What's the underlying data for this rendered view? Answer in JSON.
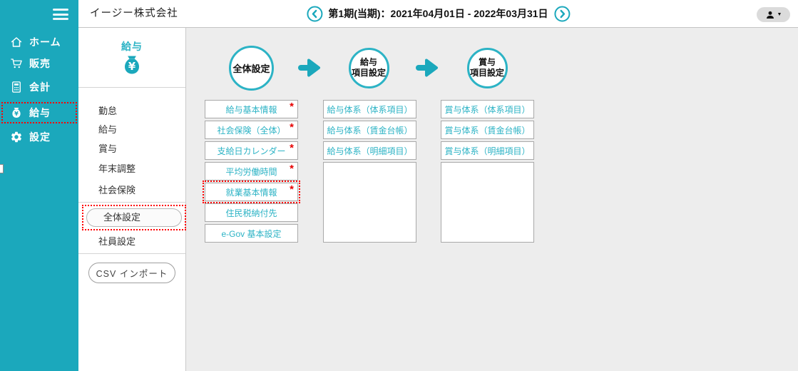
{
  "colors": {
    "accent": "#1ba8bc",
    "accent_light": "#2cb3c5",
    "required_red": "#e60000",
    "highlight_red": "#ff0000"
  },
  "topbar": {
    "company_name": "イージー株式会社",
    "period_label": "第1期(当期)：2021年04月01日 - 2022年03月31日",
    "prev_icon": "chevron-left-icon",
    "next_icon": "chevron-right-icon",
    "user_icon": "person-icon",
    "user_caret": "▼"
  },
  "sidebar": {
    "menu_icon": "hamburger-icon",
    "items": [
      {
        "id": "home",
        "label": "ホーム",
        "icon": "home-icon",
        "highlighted": false
      },
      {
        "id": "sales",
        "label": "販売",
        "icon": "cart-icon",
        "highlighted": false
      },
      {
        "id": "accounting",
        "label": "会計",
        "icon": "calculator-icon",
        "highlighted": false
      },
      {
        "id": "payroll",
        "label": "給与",
        "icon": "money-bag-icon",
        "highlighted": true
      },
      {
        "id": "settings",
        "label": "設定",
        "icon": "gear-icon",
        "highlighted": false
      }
    ]
  },
  "subsidebar": {
    "title": "給与",
    "title_icon": "money-bag-icon",
    "menu_items": [
      {
        "id": "attendance",
        "label": "勤怠"
      },
      {
        "id": "salary",
        "label": "給与"
      },
      {
        "id": "bonus",
        "label": "賞与"
      },
      {
        "id": "year-end-adjustment",
        "label": "年末調整"
      },
      {
        "id": "social-insurance",
        "label": "社会保険"
      }
    ],
    "settings_items": [
      {
        "id": "overall-settings",
        "label": "全体設定",
        "selected": true,
        "highlighted": true
      },
      {
        "id": "employee-settings",
        "label": "社員設定",
        "selected": false,
        "highlighted": false
      }
    ],
    "csv_import_label": "CSV インポート"
  },
  "main": {
    "required_marker": "*",
    "step_arrow_icon": "arrow-right-icon",
    "steps": [
      {
        "id": "overall-settings",
        "lines": [
          "全体設定"
        ]
      },
      {
        "id": "salary-item-settings",
        "lines": [
          "給与",
          "項目設定"
        ]
      },
      {
        "id": "bonus-item-settings",
        "lines": [
          "賞与",
          "項目設定"
        ]
      }
    ],
    "columns": [
      {
        "id": "overall",
        "empty_box": false,
        "buttons": [
          {
            "label": "給与基本情報",
            "required": true,
            "highlighted": false
          },
          {
            "label": "社会保険（全体）",
            "required": true,
            "highlighted": false
          },
          {
            "label": "支給日カレンダー",
            "required": true,
            "highlighted": false
          },
          {
            "label": "平均労働時間",
            "required": true,
            "highlighted": false
          },
          {
            "label": "就業基本情報",
            "required": true,
            "highlighted": true
          },
          {
            "label": "住民税納付先",
            "required": false,
            "highlighted": false
          },
          {
            "label": "e-Gov 基本設定",
            "required": false,
            "highlighted": false
          }
        ]
      },
      {
        "id": "salary-system",
        "empty_box": true,
        "buttons": [
          {
            "label": "給与体系（体系項目）",
            "required": false,
            "highlighted": false
          },
          {
            "label": "給与体系（賃金台帳）",
            "required": false,
            "highlighted": false
          },
          {
            "label": "給与体系（明細項目）",
            "required": false,
            "highlighted": false
          }
        ]
      },
      {
        "id": "bonus-system",
        "empty_box": true,
        "buttons": [
          {
            "label": "賞与体系（体系項目）",
            "required": false,
            "highlighted": false
          },
          {
            "label": "賞与体系（賃金台帳）",
            "required": false,
            "highlighted": false
          },
          {
            "label": "賞与体系（明細項目）",
            "required": false,
            "highlighted": false
          }
        ]
      }
    ]
  }
}
